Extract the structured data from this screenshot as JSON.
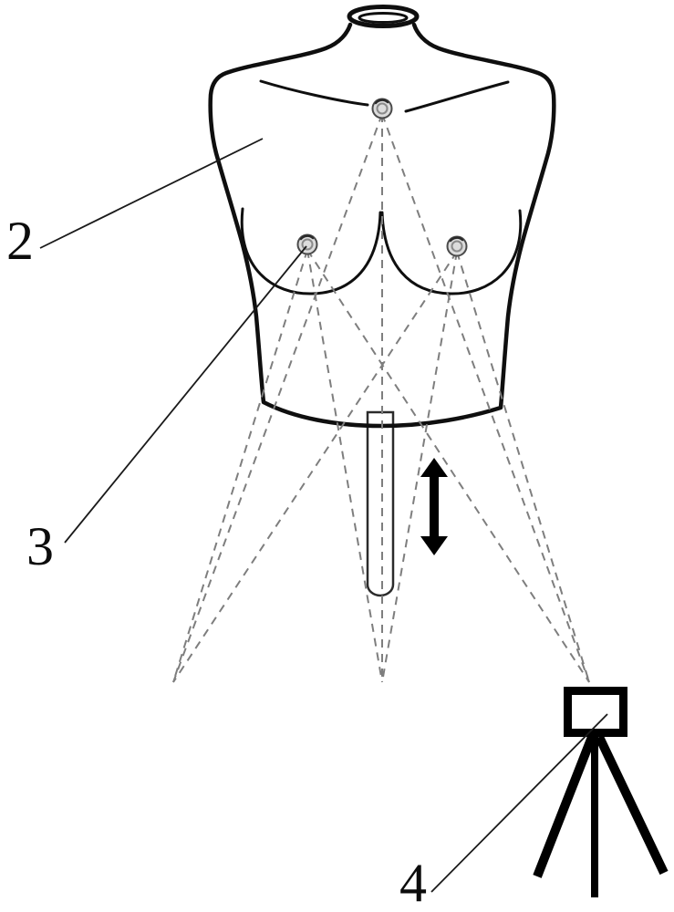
{
  "figure": {
    "background_color": "#ffffff",
    "outline_color": "#111111",
    "sightline_color": "#7e7e7e",
    "marker_fill_color": "#dcdcdc",
    "labels": {
      "label2": {
        "text": "2"
      },
      "label3": {
        "text": "3"
      },
      "label4": {
        "text": "4"
      }
    },
    "components": {
      "torso": "mannequin-bust-form-icon",
      "markers": [
        "chest-marker-icon",
        "left-breast-marker-icon",
        "right-breast-marker-icon"
      ],
      "camera": "camera-on-tripod-icon",
      "motion_arrow": "vertical-double-arrow-icon",
      "sightline_count": 9,
      "camera_position_count": 3
    }
  }
}
